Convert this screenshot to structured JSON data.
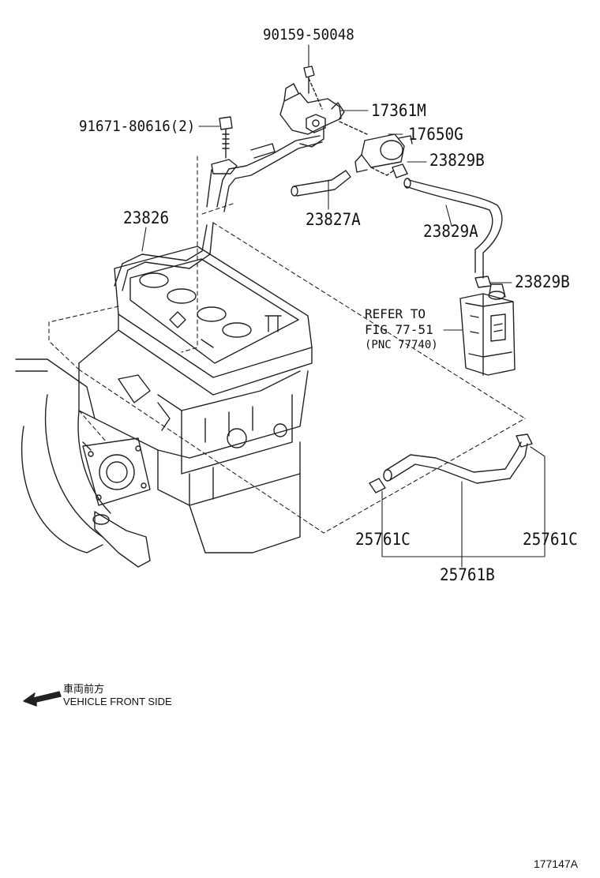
{
  "parts": {
    "p90159": "90159-50048",
    "p17361M": "17361M",
    "p17650G": "17650G",
    "p91671": "91671-80616(2)",
    "p23829B_top": "23829B",
    "p23827A": "23827A",
    "p23826": "23826",
    "p23829A": "23829A",
    "p23829B_bottom": "23829B",
    "p25761C_left": "25761C",
    "p25761C_right": "25761C",
    "p25761B": "25761B"
  },
  "reference": {
    "line1": "REFER TO",
    "line2": "FIG 77-51",
    "line3": "(PNC 77740)"
  },
  "legend": {
    "japanese": "車両前方",
    "english": "VEHICLE FRONT SIDE"
  },
  "figure_id": "177147A"
}
